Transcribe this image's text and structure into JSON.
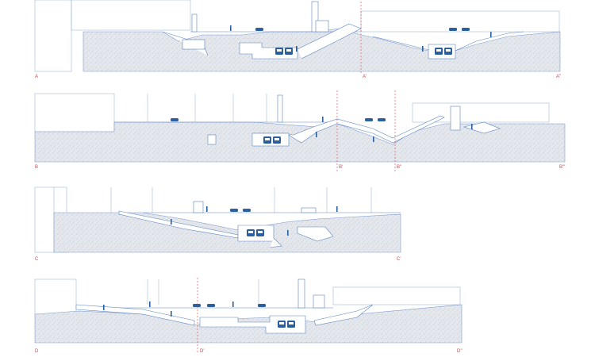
{
  "sections": [
    {
      "id": "A",
      "labels": [
        "A",
        "A'",
        "A''"
      ]
    },
    {
      "id": "B",
      "labels": [
        "B",
        "B'",
        "B''",
        "B'''"
      ]
    },
    {
      "id": "C",
      "labels": [
        "C",
        "C'"
      ]
    },
    {
      "id": "D",
      "labels": [
        "D",
        "D'",
        "D''"
      ]
    }
  ],
  "colors": {
    "line": "#5b86c0",
    "line_light": "#9db8dc",
    "ground": "#e2e5ea",
    "ground_dot": "#b7bcc6",
    "cut_line": "#d9434a",
    "train": "#2b5f9e",
    "label": "#d9434a"
  },
  "icons": [
    "car-icon",
    "pedestrian-icon",
    "train-icon",
    "stair-icon"
  ]
}
